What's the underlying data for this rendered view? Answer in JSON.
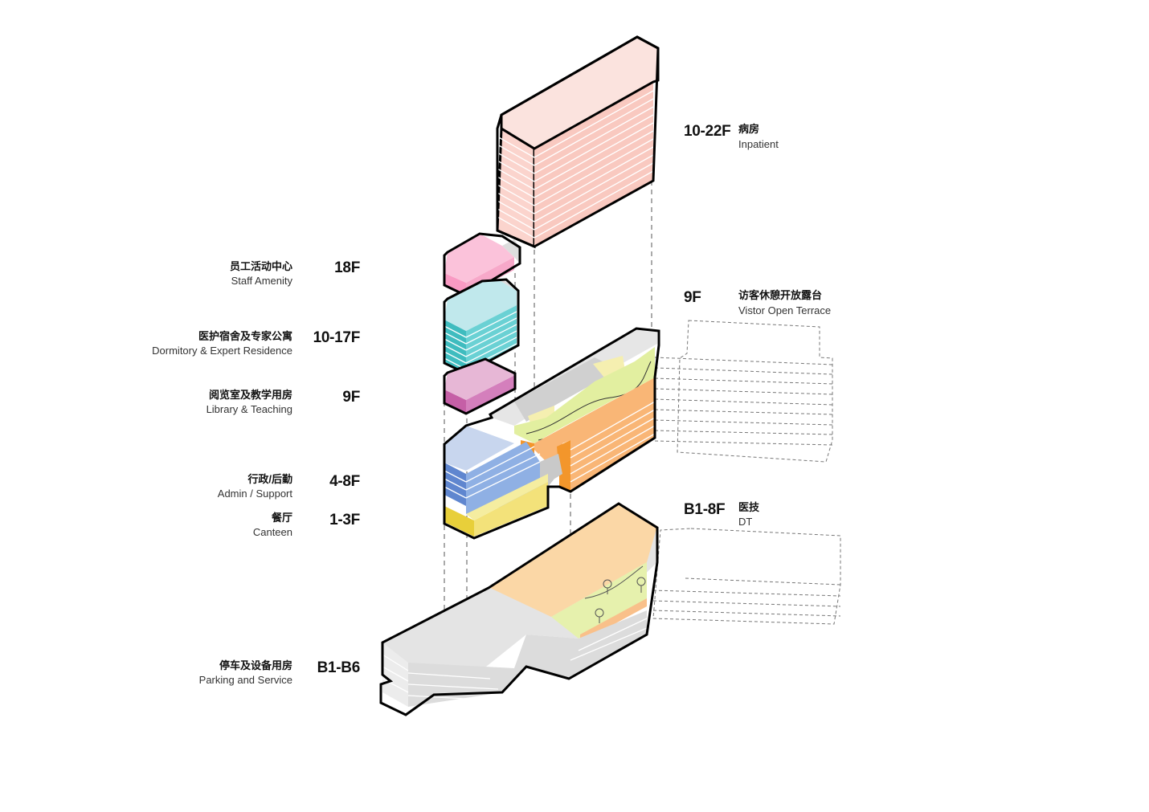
{
  "left_labels": [
    {
      "floor": "18F",
      "cn": "员工活动中心",
      "en": "Staff Amenity"
    },
    {
      "floor": "10-17F",
      "cn": "医护宿舍及专家公寓",
      "en": "Dormitory & Expert Residence"
    },
    {
      "floor": "9F",
      "cn": "阅览室及教学用房",
      "en": "Library & Teaching"
    },
    {
      "floor": "4-8F",
      "cn": "行政/后勤",
      "en": "Admin / Support"
    },
    {
      "floor": "1-3F",
      "cn": "餐厅",
      "en": "Canteen"
    },
    {
      "floor": "B1-B6",
      "cn": "停车及设备用房",
      "en": "Parking and Service"
    }
  ],
  "right_labels": [
    {
      "floor": "10-22F",
      "cn": "病房",
      "en": "Inpatient"
    },
    {
      "floor": "9F",
      "cn": "访客休憩开放露台",
      "en": "Vistor Open Terrace"
    },
    {
      "floor": "B1-8F",
      "cn": "医技",
      "en": "DT"
    }
  ],
  "colors": {
    "inpatient": "#f9c9c0",
    "staff_amenity": "#f9b7d3",
    "dormitory": "#4fc6c9",
    "library": "#d47fbc",
    "admin": "#7a9fdc",
    "canteen": "#f3e27a",
    "terrace_green": "#e5f1a0",
    "dt_orange": "#f7ae6c",
    "base_grey": "#e0e0e0"
  }
}
